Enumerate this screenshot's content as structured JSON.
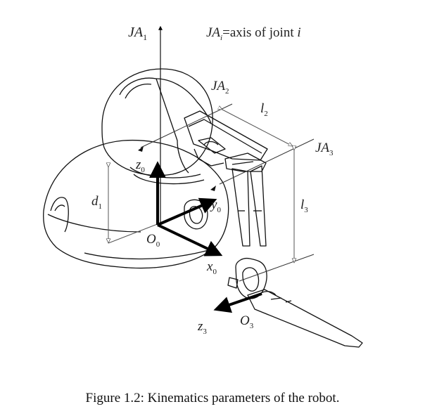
{
  "figure": {
    "labels": {
      "ja1": "JA",
      "ja1_sub": "1",
      "ja_i_def": "JA",
      "ja_i_sub": "i",
      "ja_i_rest": "=axis of joint ",
      "ja_i_var": "i",
      "ja2": "JA",
      "ja2_sub": "2",
      "ja3": "JA",
      "ja3_sub": "3",
      "l2": "l",
      "l2_sub": "2",
      "l3": "l",
      "l3_sub": "3",
      "d1": "d",
      "d1_sub": "1",
      "z0": "z",
      "z0_sub": "0",
      "y0": "y",
      "y0_sub": "0",
      "x0": "x",
      "x0_sub": "0",
      "o0": "O",
      "o0_sub": "0",
      "z3": "z",
      "z3_sub": "3",
      "o3": "O",
      "o3_sub": "3"
    },
    "caption": "Figure 1.2: Kinematics parameters of the robot."
  }
}
